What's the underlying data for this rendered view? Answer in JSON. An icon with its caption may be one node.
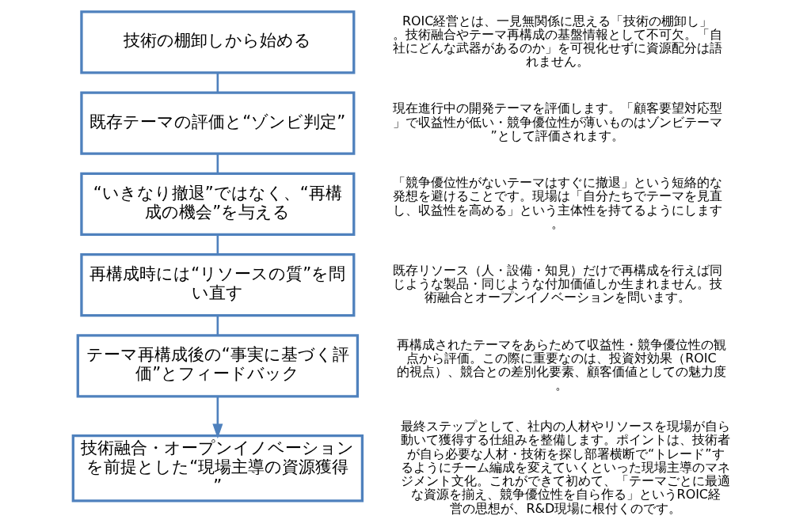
{
  "diagram": {
    "nodes": [
      {
        "text": [
          "技術の棚卸しから始める"
        ],
        "beside": [
          "ROIC経営とは、一見無関係に思える「技術の棚卸し」。技術融合やテーマ再構成の基盤情報として不可欠。「自社にどんな武器があるのか」を可視化せずに資源配分は語れません。"
        ]
      },
      {
        "text": [
          "既存テーマの評価と“ゾンビ判定”"
        ],
        "beside": [
          "現在進行中の開発テーマを評価します。「顧客要望対応型」で収益性が低い・競争優位性が薄いものはゾンビテーマ”として評価されます。"
        ]
      },
      {
        "text": [
          "“いきなり撤退”ではなく、“再構成の機会”を与える"
        ],
        "beside": [
          "「競争優位性がないテーマはすぐに撤退」という短絡的な発想を避けることです。現場は「自分たちでテーマを見直し、収益性を高める」という主体性を持てるようにします。"
        ]
      },
      {
        "text": [
          "再構成時には“リソースの質”を問い直す"
        ],
        "beside": [
          "既存リソース（人・設備・知見）だけで再構成を行えば同じような製品・同じような付加価値しか生まれません。技術融合とオープンイノベーションを問います。"
        ]
      },
      {
        "text": [
          "テーマ再構成後の“事実に基づく評価”とフィードバック"
        ],
        "beside": [
          "再構成されたテーマをあらためて収益性・競争優位性の観点から評価。この際に重要なのは、投資対効果（ROIC的視点）、競合との差別化要素、顧客価値としての魅力度。"
        ]
      },
      {
        "text": [
          "技術融合・オープンイノベーションを前提とした“現場主導の資源獲得”"
        ],
        "beside": [
          "最終ステップとして、社内の人材やリソースを現場が自ら動いて獲得する仕組みを整備します。ポイントは、技術者が自ら必要な人材・技術を探し部署横断で“トレード”するようにチーム編成を変えていくといった現場主導のマネジメント文化。これができて初めて、「テーマごとに最適な資源を揃え、競争優位性を自ら作る」というROIC経営の思想が、R&D現場に根付くのです。"
        ]
      }
    ],
    "edges": [
      {
        "from": 0,
        "to": 1,
        "arrow": "none"
      },
      {
        "from": 1,
        "to": 2,
        "arrow": "none"
      },
      {
        "from": 2,
        "to": 3,
        "arrow": "none"
      },
      {
        "from": 3,
        "to": 4,
        "arrow": "none"
      },
      {
        "from": 4,
        "to": 5,
        "arrow": "to"
      }
    ]
  }
}
